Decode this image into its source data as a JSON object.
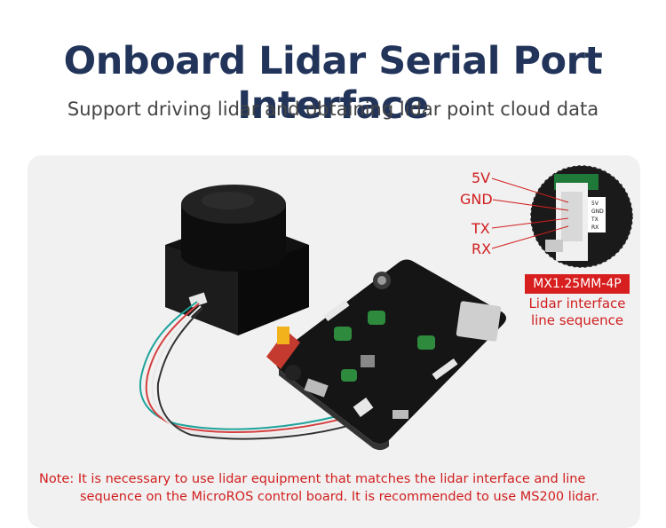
{
  "header": {
    "title": "Onboard Lidar Serial Port Interface",
    "subtitle": "Support driving lidar and obtaining lidar point cloud data"
  },
  "pins": [
    "5V",
    "GND",
    "TX",
    "RX"
  ],
  "connector": {
    "model": "MX1.25MM-4P",
    "desc_line1": "Lidar interface",
    "desc_line2": "line sequence"
  },
  "note": {
    "line1": "Note: It is necessary to use lidar equipment that matches the lidar interface and line",
    "line2": "sequence on the MicroROS control board. It is recommended to use MS200 lidar."
  },
  "colors": {
    "title": "#22345a",
    "accent_red": "#d11e1e",
    "panel_bg": "#f1f1f1"
  }
}
